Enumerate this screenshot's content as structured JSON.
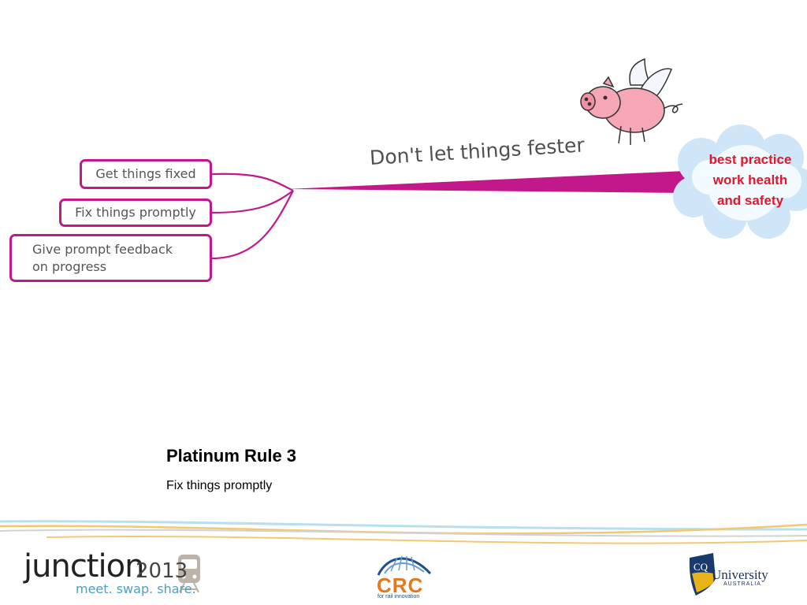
{
  "mindmap": {
    "branch_label": "Don't let things fester",
    "nodes": [
      {
        "text": "Get things fixed"
      },
      {
        "text": "Fix things promptly"
      },
      {
        "text": "Give prompt feedback\non progress"
      }
    ],
    "central_topic": "best practice\nwork health\nand safety",
    "colors": {
      "branch": "#c2188b",
      "central_text": "#e0182d"
    }
  },
  "slide": {
    "title": "Platinum Rule 3",
    "subtitle": "Fix things promptly"
  },
  "footer": {
    "junction": {
      "word": "junction",
      "year": "2013",
      "tagline": "meet. swap. share."
    },
    "crc": {
      "word": "CRC",
      "tagline": "for rail innovation"
    },
    "cqu": {
      "prefix": "CQ",
      "word": "University",
      "country": "AUSTRALIA"
    }
  }
}
